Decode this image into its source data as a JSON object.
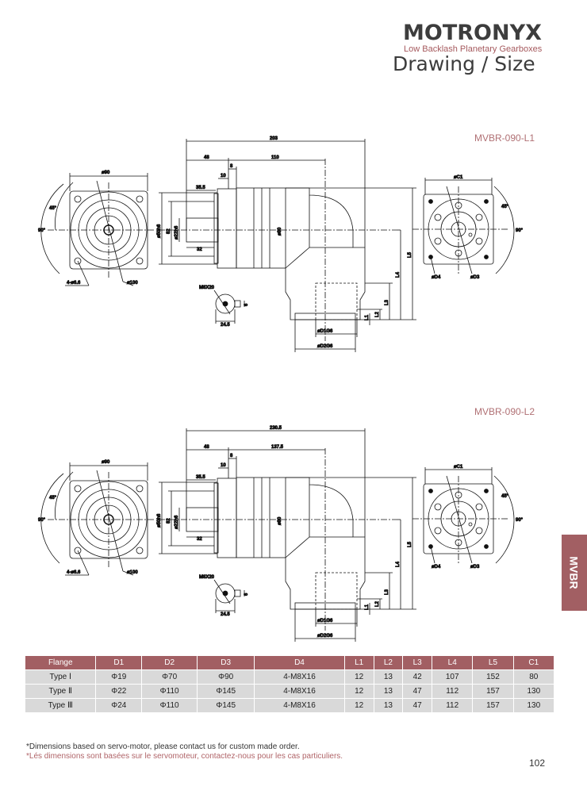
{
  "brand": {
    "name": "MOTRONYX",
    "tagline": "Low Backlash Planetary Gearboxes"
  },
  "page_title": "Drawing / Size",
  "drawings": [
    {
      "model": "MVBR-090-L1",
      "total": "203",
      "d48": "48",
      "d110": "110",
      "d8": "8",
      "d10": "10",
      "d35": "35.5",
      "d32": "32",
      "sq": "ø90",
      "pcd": "ø100",
      "holes": "4-ø6.6",
      "a45": "45°",
      "a90": "90°",
      "phi50": "ø50h6",
      "s82": "82",
      "phi22": "ø22h6",
      "phi80": "ø80",
      "key": "M8X20",
      "key6": "6",
      "key245": "24.5",
      "l1": "L1",
      "l2": "L2",
      "l3": "L3",
      "l4": "L4",
      "l5": "L5",
      "d1": "øD1G6",
      "d2": "øD2G6",
      "c1": "øC1",
      "d3": "øD3",
      "d4": "øD4"
    },
    {
      "model": "MVBR-090-L2",
      "total": "230.5",
      "d48": "48",
      "d110": "137.5",
      "d8": "8",
      "d10": "10",
      "d35": "35.5",
      "d32": "32",
      "sq": "ø90",
      "pcd": "ø100",
      "holes": "4-ø6.6",
      "a45": "45°",
      "a90": "90°",
      "phi50": "ø50h6",
      "s82": "82",
      "phi22": "ø22h6",
      "phi80": "ø80",
      "key": "M8X20",
      "key6": "6",
      "key245": "24.5",
      "l1": "L1",
      "l2": "L2",
      "l3": "L3",
      "l4": "L4",
      "l5": "L5",
      "d1": "øD1G6",
      "d2": "øD2G6",
      "c1": "øC1",
      "d3": "øD3",
      "d4": "øD4"
    }
  ],
  "side_tab": "MVBR",
  "table": {
    "headers": [
      "Flange",
      "D1",
      "D2",
      "D3",
      "D4",
      "L1",
      "L2",
      "L3",
      "L4",
      "L5",
      "C1"
    ],
    "rows": [
      [
        "Type Ⅰ",
        "Φ19",
        "Φ70",
        "Φ90",
        "4-M8X16",
        "12",
        "13",
        "42",
        "107",
        "152",
        "80"
      ],
      [
        "Type Ⅱ",
        "Φ22",
        "Φ110",
        "Φ145",
        "4-M8X16",
        "12",
        "13",
        "47",
        "112",
        "157",
        "130"
      ],
      [
        "Type Ⅲ",
        "Φ24",
        "Φ110",
        "Φ145",
        "4-M8X16",
        "12",
        "13",
        "47",
        "112",
        "157",
        "130"
      ]
    ]
  },
  "notes": [
    "*Dimensions based on servo-motor,  please contact us for custom made order.",
    "*Lés dimensions sont basées sur le servomoteur, contactez-nous pour les cas particuliers."
  ],
  "page_number": "102"
}
